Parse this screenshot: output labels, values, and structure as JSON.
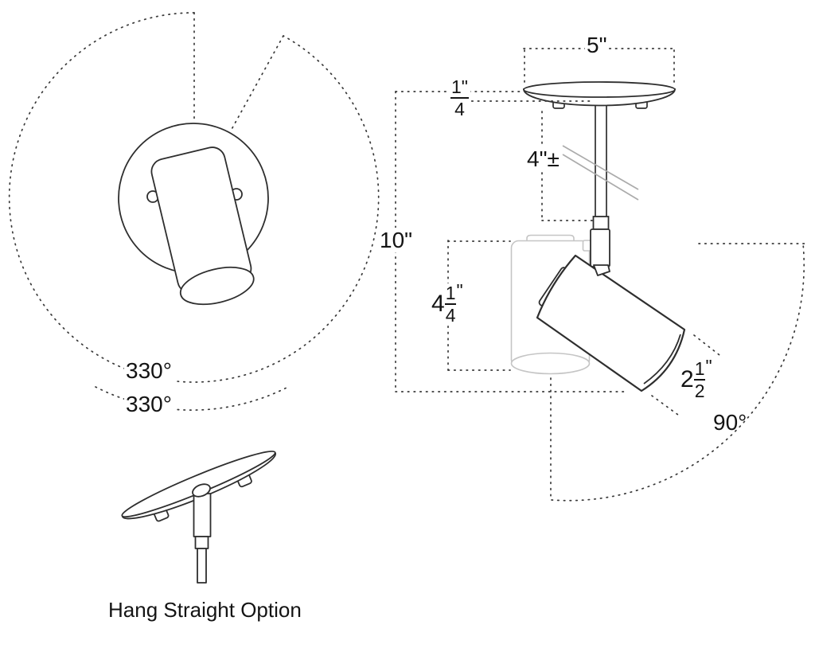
{
  "colors": {
    "background": "#ffffff",
    "line": "#2e2e2e",
    "dotted": "#3a3a3a",
    "ghost": "#c5c5c5",
    "break_mark": "#ababab",
    "text": "#141414"
  },
  "top_view": {
    "outer_rotation": "330°",
    "inner_rotation": "330°"
  },
  "side_view": {
    "canopy_diameter": "5\"",
    "canopy_thickness": {
      "num": "1",
      "den": "4",
      "unit": "\""
    },
    "stem_length": "4\"±",
    "overall_height": "10\"",
    "head_length": {
      "whole": "4",
      "num": "1",
      "den": "4",
      "unit": "\""
    },
    "head_diameter": {
      "whole": "2",
      "num": "1",
      "den": "2",
      "unit": "\""
    },
    "tilt_angle": "90°"
  },
  "hang_straight": {
    "caption": "Hang Straight Option"
  }
}
